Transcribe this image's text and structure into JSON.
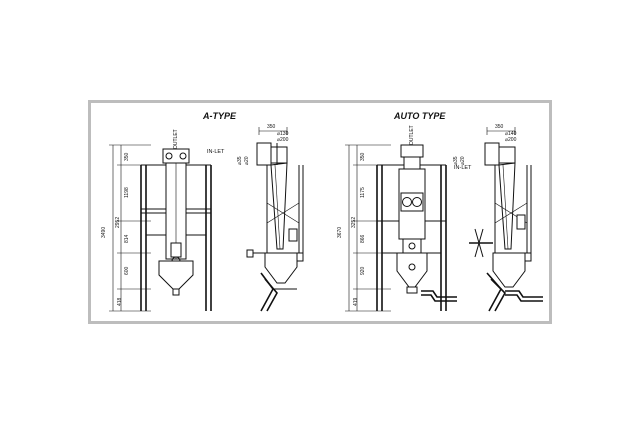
{
  "titles": {
    "a_type": "A-TYPE",
    "auto_type": "AUTO TYPE"
  },
  "a_type": {
    "outlet": "OUTLET",
    "inlet": "IN-LET",
    "dims_top": [
      "350",
      "⌀130",
      "⌀200"
    ],
    "dims_side": [
      "⌀35",
      "⌀20"
    ],
    "dim_overall": "3490",
    "dim_total": "2952",
    "dims_vertical": [
      "350",
      "1198",
      "814",
      "600",
      "418"
    ]
  },
  "auto_type": {
    "outlet": "OUTLET",
    "inlet": "IN-LET",
    "dims_top": [
      "350",
      "⌀140",
      "⌀200"
    ],
    "dims_side": [
      "⌀35",
      "⌀20"
    ],
    "dim_overall": "3670",
    "dim_total": "3252",
    "dims_vertical": [
      "350",
      "1175",
      "866",
      "920",
      "419"
    ]
  }
}
